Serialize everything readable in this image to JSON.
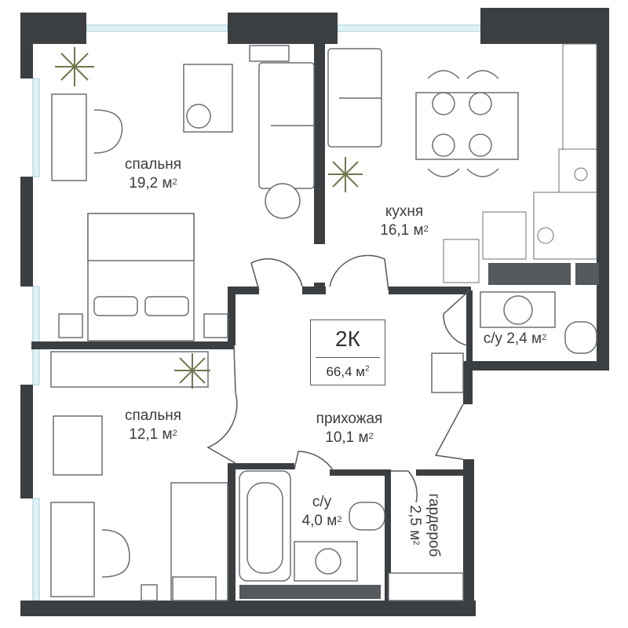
{
  "apartment": {
    "type": "2К",
    "total_area": "66,4 м",
    "area_unit_sup": "2"
  },
  "rooms": {
    "bedroom1": {
      "name": "спальня",
      "area": "19,2 м",
      "sup": "2"
    },
    "kitchen": {
      "name": "кухня",
      "area": "16,1 м",
      "sup": "2"
    },
    "bath1": {
      "name": "с/у 2,4 м",
      "sup": "2"
    },
    "bedroom2": {
      "name": "спальня",
      "area": "12,1 м",
      "sup": "2"
    },
    "hall": {
      "name": "прихожая",
      "area": "10,1 м",
      "sup": "2"
    },
    "bath2": {
      "name": "с/у",
      "area": "4,0 м",
      "sup": "2"
    },
    "wardrobe": {
      "name": "гардероб",
      "area": "2,5 м",
      "sup": "2"
    }
  },
  "colors": {
    "wall": "#3c3f42",
    "window": "#bfe3ea",
    "furniture": "#6b6f73",
    "plant": "#6e7850",
    "counter": "#55595d"
  }
}
